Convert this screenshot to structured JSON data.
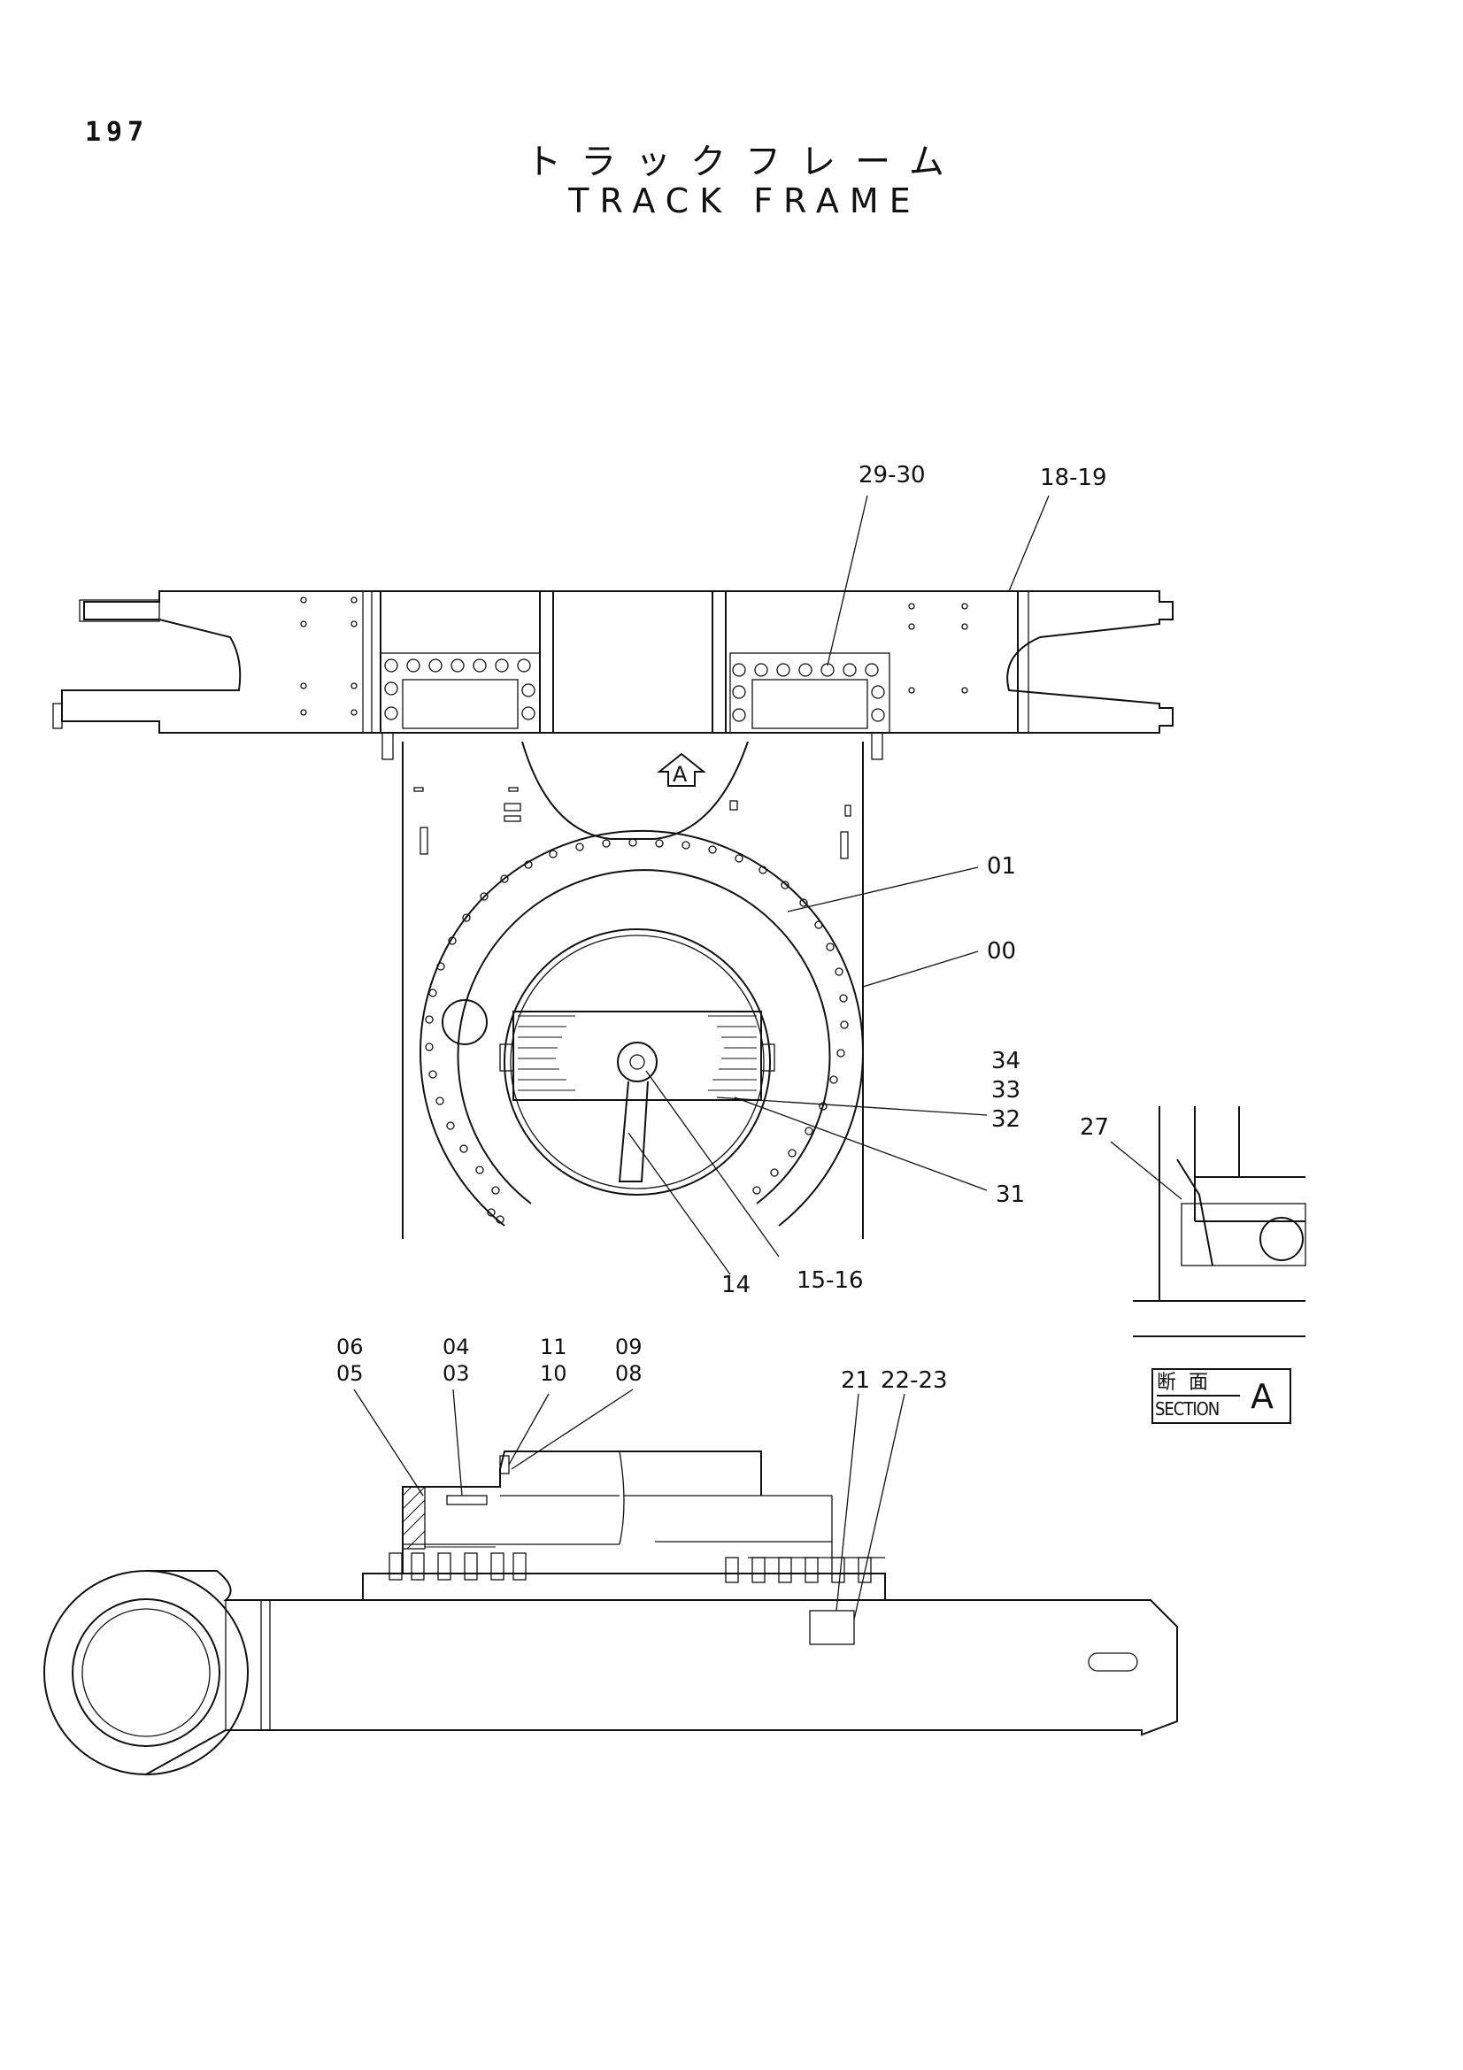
{
  "page_number": "197",
  "title_jp": "トラックフレーム",
  "title_en": "TRACK FRAME",
  "callouts": {
    "c2930": "29-30",
    "c1819": "18-19",
    "c01": "01",
    "c00": "00",
    "c34": "34",
    "c33": "33",
    "c32": "32",
    "c31": "31",
    "c14": "14",
    "c1516": "15-16",
    "c27": "27",
    "c06": "06",
    "c05": "05",
    "c04": "04",
    "c03": "03",
    "c11": "11",
    "c10": "10",
    "c09": "09",
    "c08": "08",
    "c21": "21",
    "c2223": "22-23"
  },
  "view_marker": "A",
  "section": {
    "jp": "断面",
    "en": "SECTION",
    "letter": "A"
  }
}
